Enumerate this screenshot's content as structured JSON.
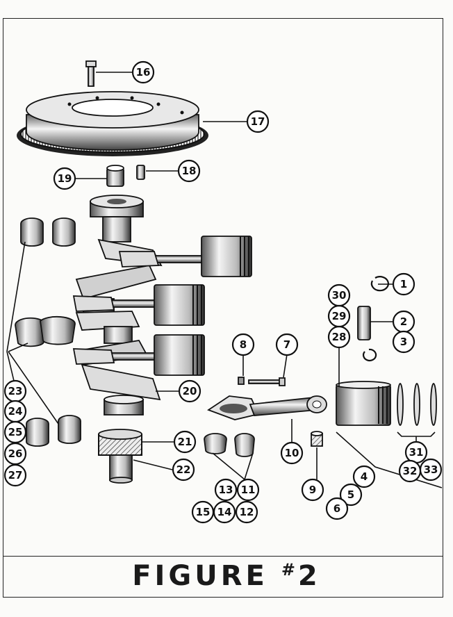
{
  "figure": {
    "caption_main": "FIGURE",
    "caption_hash": "#",
    "caption_number": "2"
  },
  "callouts": [
    {
      "id": "c1",
      "label": "1"
    },
    {
      "id": "c2",
      "label": "2"
    },
    {
      "id": "c3",
      "label": "3"
    },
    {
      "id": "c4",
      "label": "4"
    },
    {
      "id": "c5",
      "label": "5"
    },
    {
      "id": "c6",
      "label": "6"
    },
    {
      "id": "c7",
      "label": "7"
    },
    {
      "id": "c8",
      "label": "8"
    },
    {
      "id": "c9",
      "label": "9"
    },
    {
      "id": "c10",
      "label": "10"
    },
    {
      "id": "c11",
      "label": "11"
    },
    {
      "id": "c12",
      "label": "12"
    },
    {
      "id": "c13",
      "label": "13"
    },
    {
      "id": "c14",
      "label": "14"
    },
    {
      "id": "c15",
      "label": "15"
    },
    {
      "id": "c16",
      "label": "16"
    },
    {
      "id": "c17",
      "label": "17"
    },
    {
      "id": "c18",
      "label": "18"
    },
    {
      "id": "c19",
      "label": "19"
    },
    {
      "id": "c20",
      "label": "20"
    },
    {
      "id": "c21",
      "label": "21"
    },
    {
      "id": "c22",
      "label": "22"
    },
    {
      "id": "c23",
      "label": "23"
    },
    {
      "id": "c24",
      "label": "24"
    },
    {
      "id": "c25",
      "label": "25"
    },
    {
      "id": "c26",
      "label": "26"
    },
    {
      "id": "c27",
      "label": "27"
    },
    {
      "id": "c28",
      "label": "28"
    },
    {
      "id": "c29",
      "label": "29"
    },
    {
      "id": "c30",
      "label": "30"
    },
    {
      "id": "c31",
      "label": "31"
    },
    {
      "id": "c32",
      "label": "32"
    },
    {
      "id": "c33",
      "label": "33"
    }
  ]
}
